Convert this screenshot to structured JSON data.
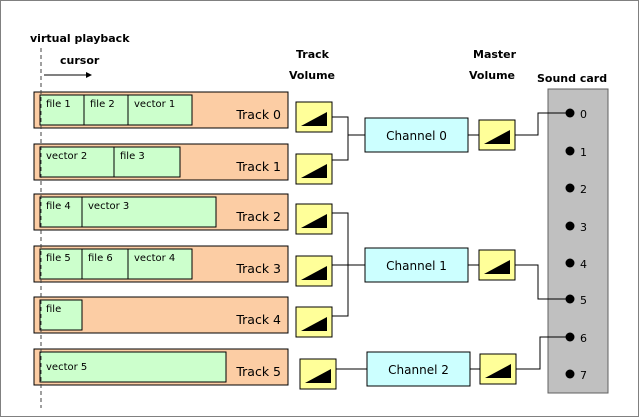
{
  "headers": {
    "cursor_line1": "virtual playback",
    "cursor_line2": "cursor",
    "track_volume_1": "Track",
    "track_volume_2": "Volume",
    "master_volume_1": "Master",
    "master_volume_2": "Volume",
    "sound_card": "Sound card"
  },
  "tracks": [
    {
      "label": "Track 0",
      "clips": [
        "file 1",
        "file 2",
        "vector 1"
      ]
    },
    {
      "label": "Track 1",
      "clips": [
        "vector 2",
        "file 3"
      ]
    },
    {
      "label": "Track 2",
      "clips": [
        "file 4",
        "vector 3"
      ]
    },
    {
      "label": "Track 3",
      "clips": [
        "file 5",
        "file 6",
        "vector 4"
      ]
    },
    {
      "label": "Track 4",
      "clips": [
        "file"
      ]
    },
    {
      "label": "Track 5",
      "clips": [
        "vector 5"
      ]
    }
  ],
  "channels": [
    "Channel 0",
    "Channel 1",
    "Channel 2"
  ],
  "ports": [
    "0",
    "1",
    "2",
    "3",
    "4",
    "5",
    "6",
    "7"
  ],
  "colors": {
    "track_fill": "#FCCDA4",
    "clip_fill": "#CCFFCC",
    "volume_fill": "#FFFF99",
    "channel_fill": "#CCFFFF",
    "soundcard_fill": "#C0C0C0"
  }
}
